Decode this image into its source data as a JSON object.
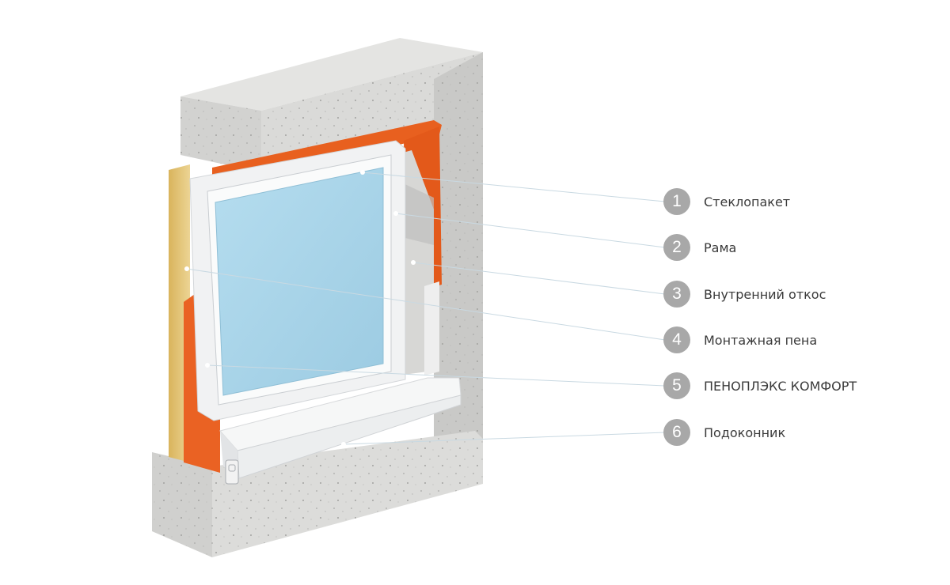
{
  "legend": {
    "items": [
      {
        "number": "1",
        "label": "Стеклопакет"
      },
      {
        "number": "2",
        "label": "Рама"
      },
      {
        "number": "3",
        "label": "Внутренний откос"
      },
      {
        "number": "4",
        "label": "Монтажная пена"
      },
      {
        "number": "5",
        "label": "ПЕНОПЛЭКС КОМФОРТ"
      },
      {
        "number": "6",
        "label": "Подоконник"
      }
    ]
  },
  "colors": {
    "concrete_light": "#e0e0de",
    "concrete_mid": "#cfcfcd",
    "concrete_dark": "#bdbdbb",
    "insulation_orange": "#e85d1c",
    "insulation_orange_dark": "#c94b12",
    "foam_yellow": "#e3c578",
    "frame_white": "#f4f5f6",
    "glass_blue": "#a9d5ea",
    "badge_grey": "#a8a8a8",
    "leader_line": "#c9d9e2"
  }
}
